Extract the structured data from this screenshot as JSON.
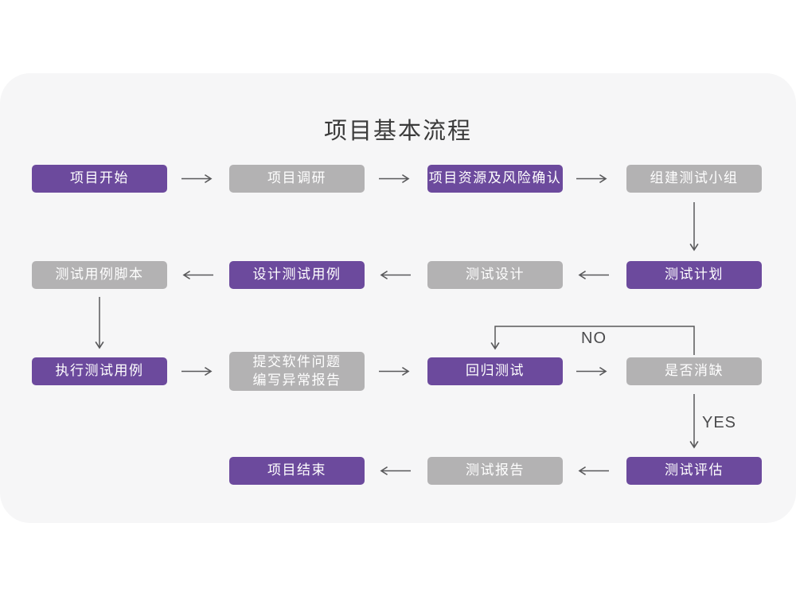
{
  "title": "项目基本流程",
  "theme": {
    "page_bg": "#FFFFFF",
    "card_bg": "#F6F6F7",
    "purple": "#6C4A9D",
    "gray": "#B3B2B3",
    "arrow": "#58585A",
    "text_on_box": "#FFFFFF",
    "title_color": "#3B3B3B",
    "branch_label_color": "#4B4B4D"
  },
  "branch_labels": {
    "no": "NO",
    "yes": "YES"
  },
  "nodes": [
    {
      "id": "project-start",
      "label": "项目开始",
      "variant": "purple"
    },
    {
      "id": "project-research",
      "label": "项目调研",
      "variant": "gray"
    },
    {
      "id": "resource-risk-confirm",
      "label": "项目资源及风险确认",
      "variant": "purple"
    },
    {
      "id": "build-test-team",
      "label": "组建测试小组",
      "variant": "gray"
    },
    {
      "id": "test-case-script",
      "label": "测试用例脚本",
      "variant": "gray"
    },
    {
      "id": "design-test-case",
      "label": "设计测试用例",
      "variant": "purple"
    },
    {
      "id": "test-design",
      "label": "测试设计",
      "variant": "gray"
    },
    {
      "id": "test-plan",
      "label": "测试计划",
      "variant": "purple"
    },
    {
      "id": "execute-test-case",
      "label": "执行测试用例",
      "variant": "purple"
    },
    {
      "id": "submit-issue-report",
      "lines": [
        "提交软件问题",
        "编写异常报告"
      ],
      "variant": "gray"
    },
    {
      "id": "regression-test",
      "label": "回归测试",
      "variant": "purple"
    },
    {
      "id": "defect-cleared",
      "label": "是否消缺",
      "variant": "gray"
    },
    {
      "id": "project-end",
      "label": "项目结束",
      "variant": "purple"
    },
    {
      "id": "test-report",
      "label": "测试报告",
      "variant": "gray"
    },
    {
      "id": "test-evaluation",
      "label": "测试评估",
      "variant": "purple"
    }
  ]
}
